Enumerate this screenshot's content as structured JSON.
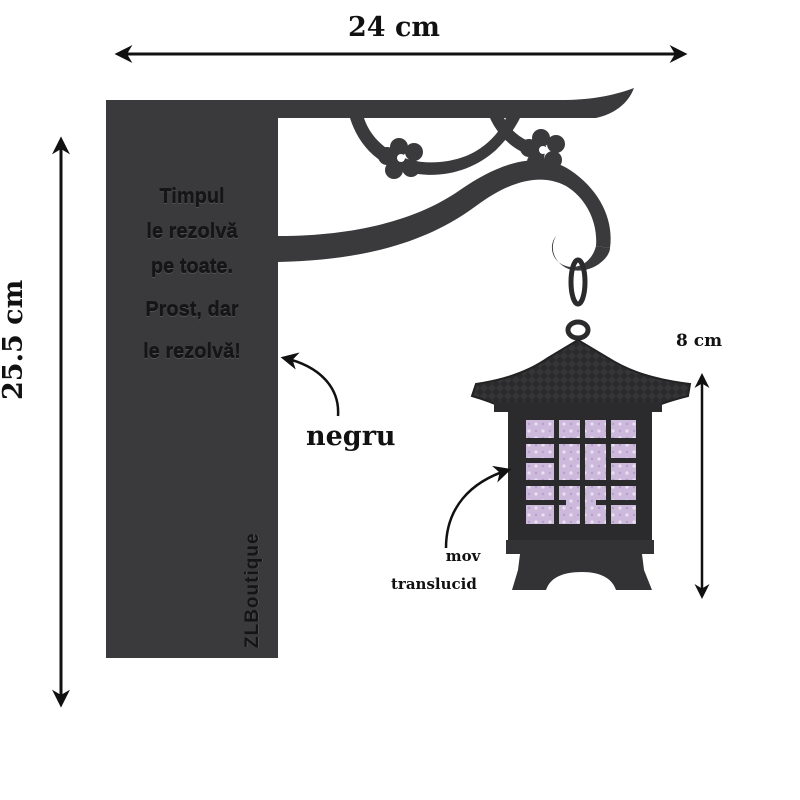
{
  "dimensions": {
    "width_label": "24 cm",
    "height_label": "25.5 cm",
    "lantern_height_label": "8 cm"
  },
  "sign": {
    "quote_lines": [
      "Timpul",
      "le rezolvă",
      "pe toate.",
      "Prost, dar",
      "le rezolvă!"
    ],
    "brand": "ZLBoutique"
  },
  "annotations": {
    "sign_color": "negru",
    "glass_color_line1": "mov",
    "glass_color_line2": "translucid"
  },
  "colors": {
    "sign": "#3a3a3d",
    "glass": "#c9b6d9",
    "metal": "#2b2b2d"
  },
  "icons": [
    "double-arrow-horizontal",
    "double-arrow-vertical",
    "curved-arrow",
    "flower-ornament",
    "lantern"
  ]
}
